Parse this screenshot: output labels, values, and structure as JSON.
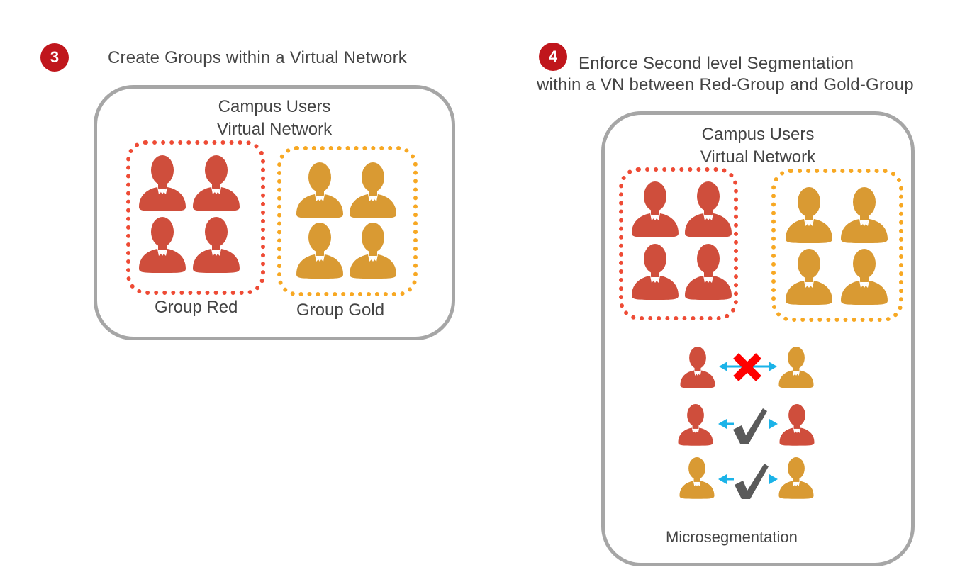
{
  "colors": {
    "badge": "#c0161c",
    "red_user": "#cf4e3c",
    "gold_user": "#d99a33",
    "red_border": "#ee4b35",
    "gold_border": "#f7a823",
    "vn_border": "#a6a6a6",
    "arrow": "#1bb3e8",
    "deny": "#ff0000",
    "allow": "#5a5a5a"
  },
  "step3": {
    "number": "3",
    "title": "Create Groups within a Virtual Network",
    "vn": {
      "title_line1": "Campus Users",
      "title_line2": "Virtual Network",
      "groups": [
        {
          "name": "red",
          "label": "Group Red",
          "user_count": 4
        },
        {
          "name": "gold",
          "label": "Group Gold",
          "user_count": 4
        }
      ]
    }
  },
  "step4": {
    "number": "4",
    "title_line1": "Enforce Second level Segmentation",
    "title_line2": "within a VN between Red-Group and Gold-Group",
    "vn": {
      "title_line1": "Campus Users",
      "title_line2": "Virtual Network",
      "groups": [
        {
          "name": "red",
          "user_count": 4
        },
        {
          "name": "gold",
          "user_count": 4
        }
      ],
      "policies": [
        {
          "from": "red",
          "to": "gold",
          "result": "deny",
          "icon": "x-mark-icon"
        },
        {
          "from": "red",
          "to": "red",
          "result": "allow",
          "icon": "check-mark-icon"
        },
        {
          "from": "gold",
          "to": "gold",
          "result": "allow",
          "icon": "check-mark-icon"
        }
      ],
      "footer_label": "Microsegmentation"
    }
  }
}
